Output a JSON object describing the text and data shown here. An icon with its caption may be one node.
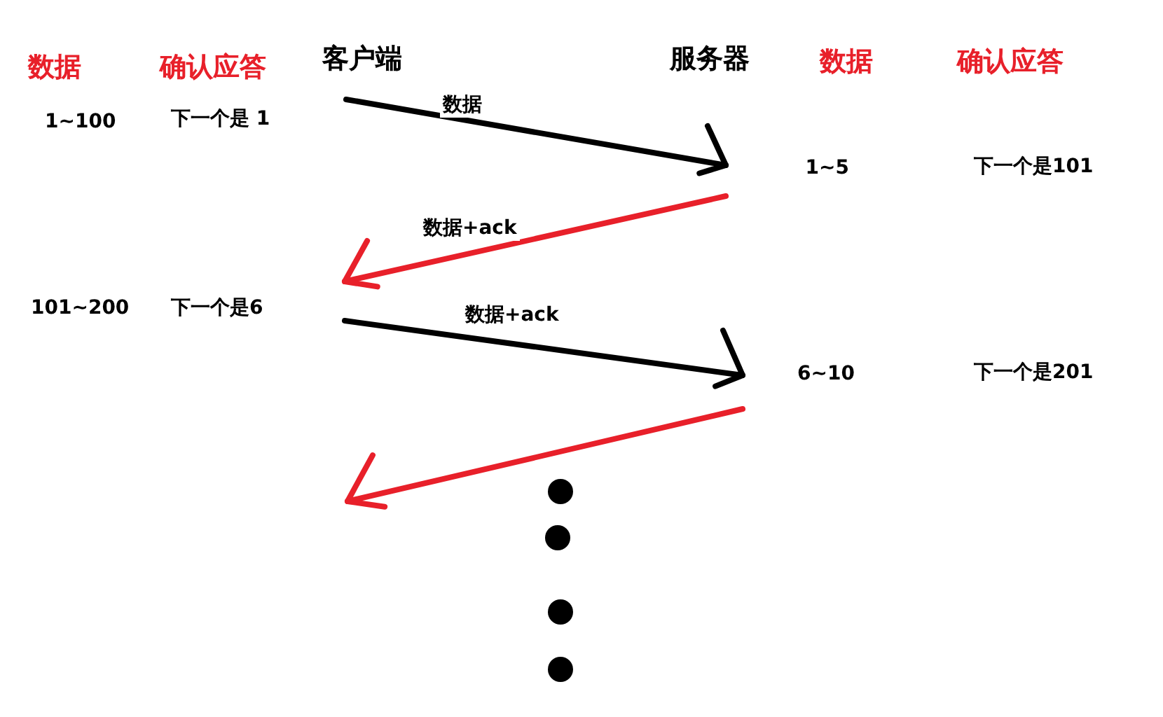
{
  "diagram": {
    "nodes": [
      {
        "text": [
          "下一个是 1"
        ]
      },
      {
        "text": [
          "1~5"
        ]
      },
      {
        "text": [
          "下一个是6"
        ]
      },
      {
        "text": [
          "6~10"
        ]
      }
    ],
    "edges": [
      {
        "from": 0,
        "to": 1,
        "arrow": "to",
        "label": "数据",
        "color": "#000000"
      },
      {
        "from": 1,
        "to": 2,
        "arrow": "to",
        "label": "数据+ack",
        "color": "#e8202a"
      },
      {
        "from": 2,
        "to": 3,
        "arrow": "to",
        "label": "数据+ack",
        "color": "#000000"
      },
      {
        "from": 3,
        "to": null,
        "arrow": "to",
        "color": "#e8202a"
      }
    ],
    "labels": [
      "数据",
      "确认应答",
      "客户端",
      "服务器",
      "数据",
      "确认应答",
      "1~100",
      "下一个是101",
      "101~200",
      "下一个是201"
    ]
  }
}
